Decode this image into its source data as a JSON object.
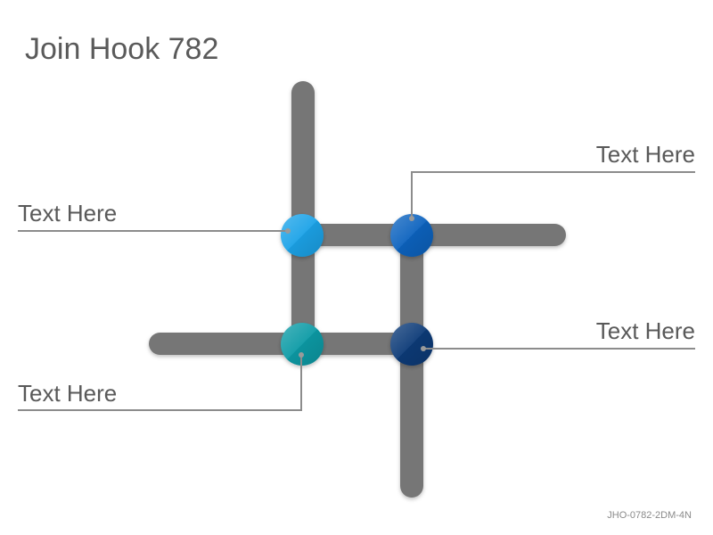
{
  "title": "Join Hook 782",
  "colors": {
    "bar": "#767676",
    "line": "#8c8c8c",
    "node_top_left": "#1aa3e8",
    "node_top_right": "#0a64bf",
    "node_bottom_left": "#0d9ba6",
    "node_bottom_right": "#0b3a78"
  },
  "callouts": {
    "top_left": "Text Here",
    "top_right": "Text Here",
    "bottom_left": "Text Here",
    "bottom_right": "Text Here"
  },
  "footer_code": "JHO-0782-2DM-4N"
}
